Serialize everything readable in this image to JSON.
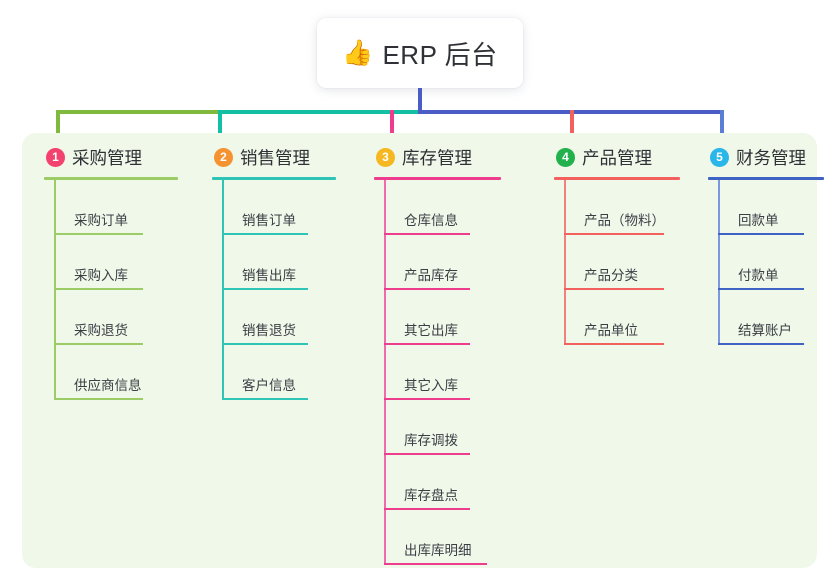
{
  "root": {
    "icon": "thumbs-up-icon",
    "icon_glyph": "👍",
    "title": "ERP 后台"
  },
  "palette": {
    "panel_bg": "#eff8e9",
    "page_bg": "#ffffff",
    "root_stem": "#4c5cc5",
    "bus_green": "#7fb93e",
    "bus_teal": "#14c0a4",
    "bus_blue": "#4c5cc5",
    "text": "#2f3136"
  },
  "columns": [
    {
      "index": "1",
      "badge_color": "#f2426d",
      "rule_color": "#9ccc65",
      "spine_color": "#9ccc65",
      "drop_color": "#7fb93e",
      "label": "采购管理",
      "items": [
        "采购订单",
        "采购入库",
        "采购退货",
        "供应商信息"
      ]
    },
    {
      "index": "2",
      "badge_color": "#f59331",
      "rule_color": "#2ec4b6",
      "spine_color": "#2ec4b6",
      "drop_color": "#14c0a4",
      "label": "销售管理",
      "items": [
        "销售订单",
        "销售出库",
        "销售退货",
        "客户信息"
      ]
    },
    {
      "index": "3",
      "badge_color": "#f5b722",
      "rule_color": "#ef3d8e",
      "spine_color": "#ef6bae",
      "drop_color": "#ef3d8e",
      "label": "库存管理",
      "items": [
        "仓库信息",
        "产品库存",
        "其它出库",
        "其它入库",
        "库存调拨",
        "库存盘点",
        "出库库明细"
      ]
    },
    {
      "index": "4",
      "badge_color": "#22b14c",
      "rule_color": "#f2615e",
      "spine_color": "#f2817e",
      "drop_color": "#f2615e",
      "label": "产品管理",
      "items": [
        "产品（物料）",
        "产品分类",
        "产品单位"
      ]
    },
    {
      "index": "5",
      "badge_color": "#29b6e8",
      "rule_color": "#3f63c4",
      "spine_color": "#7b97dd",
      "drop_color": "#5a7ed6",
      "label": "财务管理",
      "items": [
        "回款单",
        "付款单",
        "结算账户"
      ]
    }
  ]
}
